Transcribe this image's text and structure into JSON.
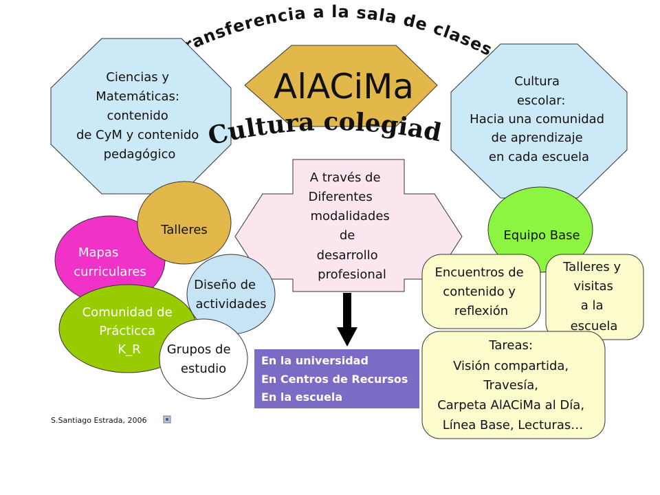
{
  "arc_title": "Transferencia a la sala de clases",
  "center_title": "AlACiMa",
  "subtitle": "Cultura colegiada",
  "octagon_left": [
    "Ciencias y",
    "Matemáticas:",
    "contenido",
    "de CyM y contenido",
    "pedagógico"
  ],
  "octagon_right": [
    "Cultura",
    "escolar:",
    "Hacia una comunidad",
    "de aprendizaje",
    "en cada escuela"
  ],
  "center_box": [
    "A través de",
    "Diferentes",
    "modalidades",
    "de",
    "desarrollo",
    "profesional"
  ],
  "left_nodes": {
    "mapas": [
      "Mapas",
      "curriculares"
    ],
    "talleres": [
      "Talleres"
    ],
    "diseno": [
      "Diseño de",
      "actividades"
    ],
    "comunidad": [
      "Comunidad de",
      "Prácticca",
      "K_R"
    ],
    "grupos": [
      "Grupos de",
      "estudio"
    ]
  },
  "right_nodes": {
    "equipo": [
      "Equipo Base"
    ],
    "encuentros": [
      "Encuentros de",
      "contenido y",
      "reflexión"
    ],
    "talleres_visitas": [
      "Talleres y",
      "visitas",
      "a la",
      "escuela"
    ],
    "tareas": [
      "Tareas:",
      "Visión compartida,",
      "Travesía,",
      "Carpeta AlACiMa al Día,",
      "Línea Base, Lecturas…"
    ]
  },
  "locations": [
    "En la universidad",
    "En Centros de Recursos",
    "En la escuela"
  ],
  "credit": "S.Santiago  Estrada, 2006",
  "colors": {
    "octagon": "#cce9f8",
    "diamond": "#e2b84a",
    "pink_box": "#fbe6f0",
    "magenta": "#f032c8",
    "gold": "#e2b84a",
    "light_blue": "#c7e4f4",
    "green": "#99cc00",
    "lime": "#8cf542",
    "cream": "#fbfbcc",
    "purple": "#7b6bc4"
  },
  "icons": [
    "speaker-icon"
  ]
}
